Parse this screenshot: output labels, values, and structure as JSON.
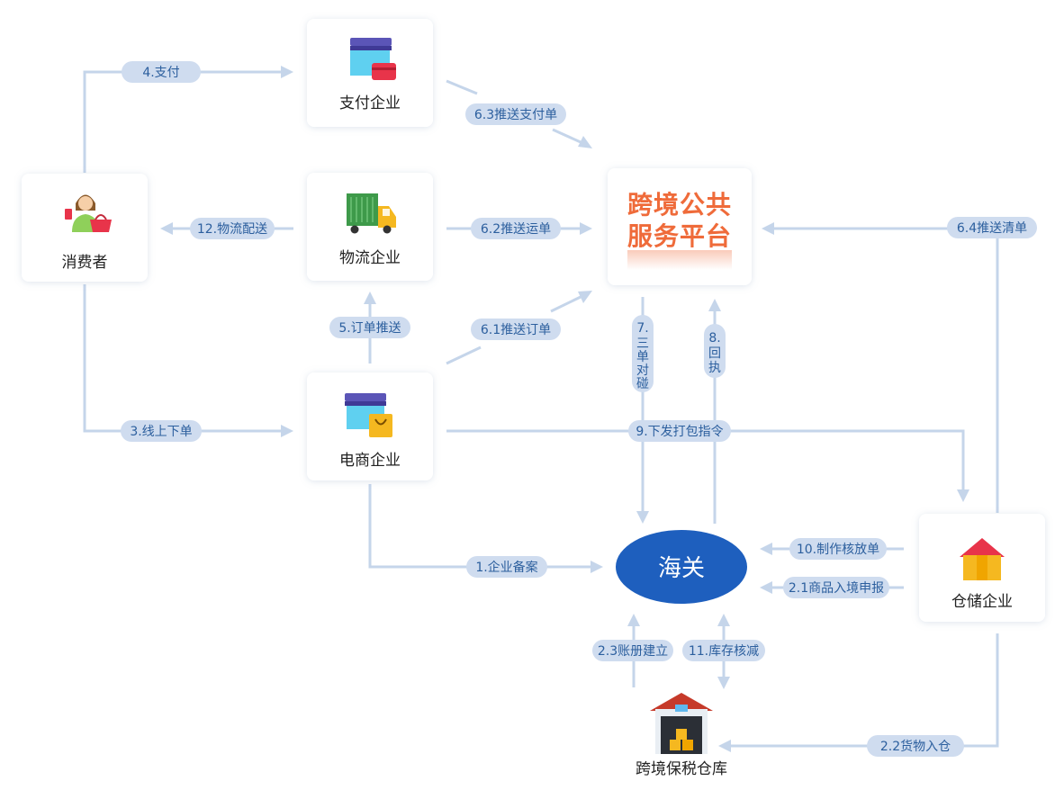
{
  "nodes": {
    "payment": "支付企业",
    "logistics": "物流企业",
    "consumer": "消费者",
    "ecommerce": "电商企业",
    "platform_line1": "跨境公共",
    "platform_line2": "服务平台",
    "customs": "海关",
    "warehouse_company": "仓储企业",
    "bonded_warehouse": "跨境保税仓库"
  },
  "flows": {
    "f4": "4.支付",
    "f6_3": "6.3推送支付单",
    "f12": "12.物流配送",
    "f6_2": "6.2推送运单",
    "f6_4": "6.4推送清单",
    "f5": "5.订单推送",
    "f6_1": "6.1推送订单",
    "f7": [
      "7.",
      "三",
      "单",
      "对",
      "碰"
    ],
    "f8": [
      "8.",
      "回",
      "执"
    ],
    "f3": "3.线上下单",
    "f9": "9.下发打包指令",
    "f10": "10.制作核放单",
    "f1": "1.企业备案",
    "f2_1": "2.1商品入境申报",
    "f2_3": "2.3账册建立",
    "f11": "11.库存核减",
    "f2_2": "2.2货物入仓"
  },
  "colors": {
    "line": "#c5d5ea",
    "pill": "#cfdcef",
    "pill_text": "#2c5f9e",
    "customs": "#1e5fbe",
    "platform_text": "#ef6b3a"
  },
  "icons": {
    "payment": "payment-store-card-icon",
    "logistics": "truck-icon",
    "consumer": "shopper-icon",
    "ecommerce": "store-bag-icon",
    "warehouse_company": "house-icon",
    "bonded_warehouse": "warehouse-icon"
  }
}
